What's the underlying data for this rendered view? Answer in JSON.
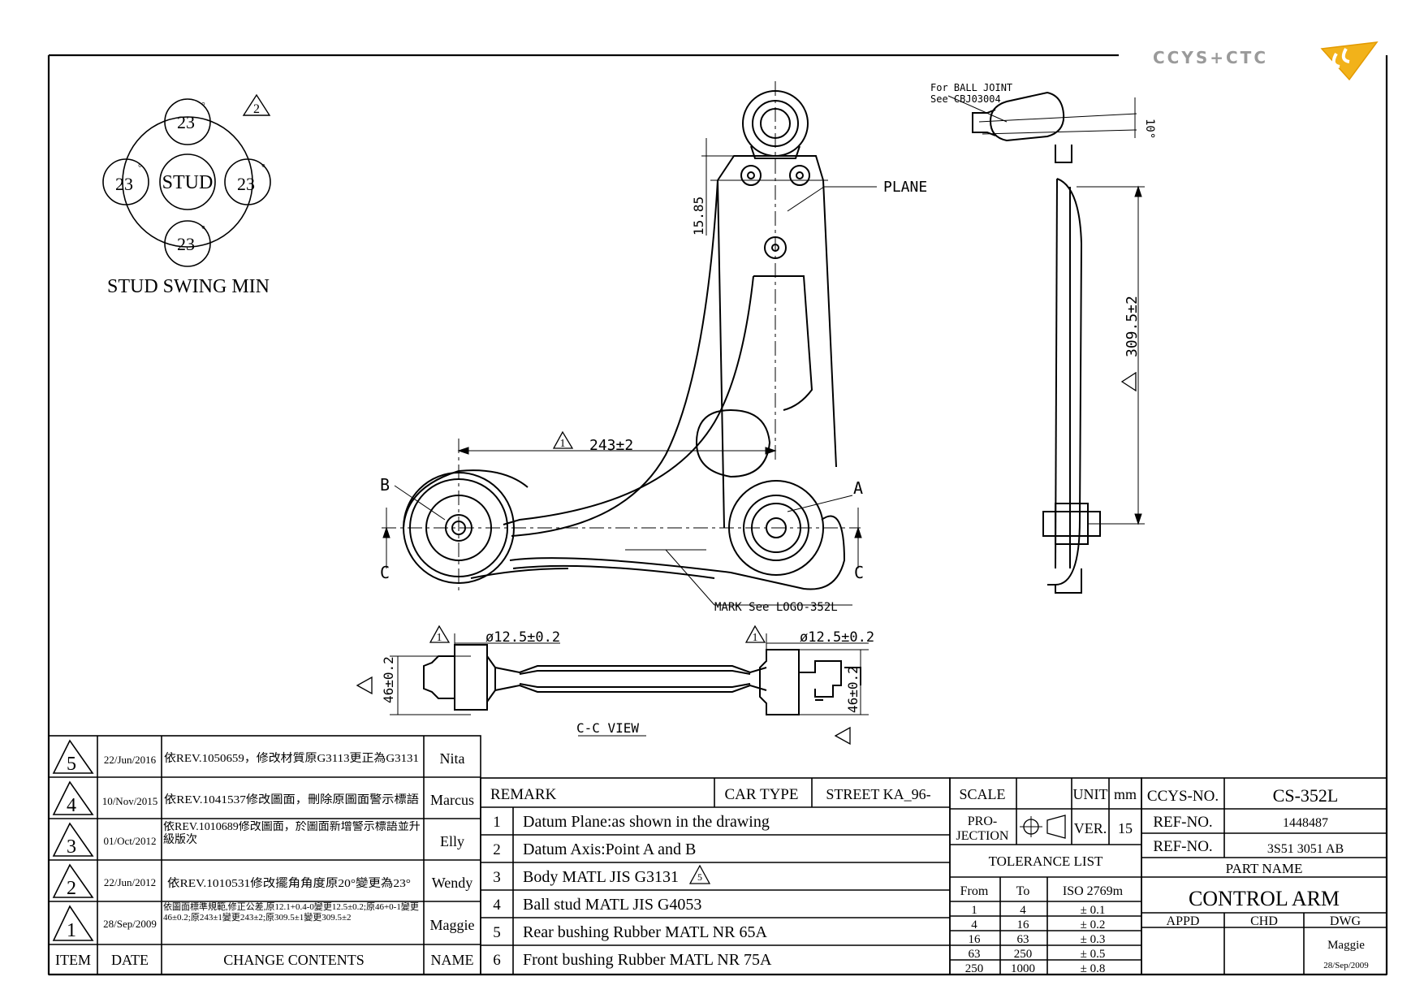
{
  "logo": {
    "text": "CCYS+CTC"
  },
  "stud_swing": {
    "center_label": "STUD",
    "angles": [
      "23",
      "23",
      "23",
      "23"
    ],
    "degree_symbol": "°",
    "revision_mark": "2",
    "caption": "STUD SWING MIN"
  },
  "drawing": {
    "ball_joint_note_line1": "For BALL JOINT",
    "ball_joint_note_line2": "See CBJ03004",
    "angle_dim": "10°",
    "plane_label": "PLANE",
    "dim_15_85": "15.85",
    "dim_243": "243±2",
    "dim_309": "309.5±2",
    "point_a": "A",
    "point_b": "B",
    "section_c_left": "C",
    "section_c_right": "C",
    "mark_note": "MARK See LOGO-352L",
    "dim_dia_left": "ø12.5±0.2",
    "dim_dia_right": "ø12.5±0.2",
    "dim_46_left": "46±0.2",
    "dim_46_right": "46±0.2",
    "view_label": "C-C VIEW",
    "rev_mark": "1"
  },
  "revisions": {
    "headers": {
      "item": "ITEM",
      "date": "DATE",
      "contents": "CHANGE CONTENTS",
      "name": "NAME"
    },
    "rows": [
      {
        "item": "5",
        "date": "22/Jun/2016",
        "contents": "依REV.1050659，修改材質原G3113更正為G3131",
        "name": "Nita"
      },
      {
        "item": "4",
        "date": "10/Nov/2015",
        "contents": "依REV.1041537修改圖面，刪除原圖面警示標語",
        "name": "Marcus"
      },
      {
        "item": "3",
        "date": "01/Oct/2012",
        "contents": "依REV.1010689修改圖面，於圖面新增警示標語並升級版次",
        "name": "Elly"
      },
      {
        "item": "2",
        "date": "22/Jun/2012",
        "contents": "依REV.1010531修改擺角角度原20°變更為23°",
        "name": "Wendy"
      },
      {
        "item": "1",
        "date": "28/Sep/2009",
        "contents": "依圖面標準規範,修正公差,原12.1+0.4-0變更12.5±0.2;原46+0-1變更46±0.2;原243±1變更243±2;原309.5±1變更309.5±2",
        "name": "Maggie"
      }
    ]
  },
  "remarks": {
    "header": "REMARK",
    "car_type_label": "CAR TYPE",
    "car_type_value": "STREET KA_96-",
    "items": [
      {
        "no": "1",
        "text": "Datum Plane:as shown in the drawing"
      },
      {
        "no": "2",
        "text": "Datum Axis:Point A and B"
      },
      {
        "no": "3",
        "text": "Body MATL JIS G3131"
      },
      {
        "no": "4",
        "text": "Ball stud MATL JIS G4053"
      },
      {
        "no": "5",
        "text": "Rear bushing Rubber MATL NR 65A"
      },
      {
        "no": "6",
        "text": "Front bushing Rubber MATL NR 75A"
      }
    ],
    "body_rev_mark": "5"
  },
  "title_block": {
    "scale_label": "SCALE",
    "unit_label": "UNIT",
    "unit_value": "mm",
    "projection_label1": "PRO-",
    "projection_label2": "JECTION",
    "ver_label": "VER.",
    "ver_value": "15",
    "tolerance_title": "TOLERANCE LIST",
    "tol_headers": {
      "from": "From",
      "to": "To",
      "std": "ISO 2769m"
    },
    "tolerances": [
      {
        "from": "1",
        "to": "4",
        "tol": "± 0.1"
      },
      {
        "from": "4",
        "to": "16",
        "tol": "± 0.2"
      },
      {
        "from": "16",
        "to": "63",
        "tol": "± 0.3"
      },
      {
        "from": "63",
        "to": "250",
        "tol": "± 0.5"
      },
      {
        "from": "250",
        "to": "1000",
        "tol": "± 0.8"
      }
    ],
    "ccys_no_label": "CCYS-NO.",
    "ccys_no_value": "CS-352L",
    "ref_no_label_1": "REF-NO.",
    "ref_no_value_1": "1448487",
    "ref_no_label_2": "REF-NO.",
    "ref_no_value_2": "3S51 3051 AB",
    "part_name_label": "PART NAME",
    "part_name_value": "CONTROL ARM",
    "appd_label": "APPD",
    "chd_label": "CHD",
    "dwg_label": "DWG",
    "dwg_name": "Maggie",
    "dwg_date": "28/Sep/2009"
  }
}
